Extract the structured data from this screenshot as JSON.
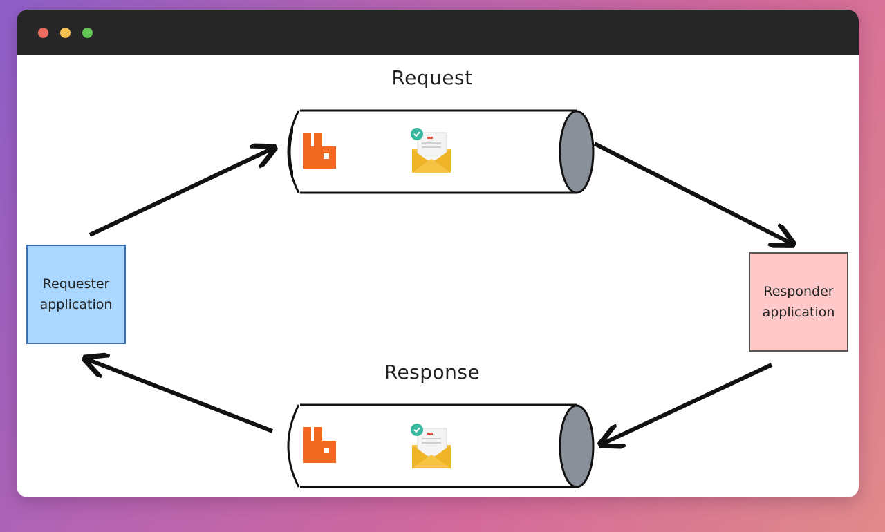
{
  "window": {
    "controls": [
      "close",
      "minimize",
      "maximize"
    ]
  },
  "diagram": {
    "request_label": "Request",
    "response_label": "Response",
    "requester": {
      "line1": "Requester",
      "line2": "application",
      "fill": "#a9d7ff"
    },
    "responder": {
      "line1": "Responder",
      "line2": "application",
      "fill": "#ffc9c9"
    },
    "queues": [
      {
        "name": "request-queue",
        "icons": [
          "rabbitmq-icon",
          "message-envelope-icon"
        ]
      },
      {
        "name": "response-queue",
        "icons": [
          "rabbitmq-icon",
          "message-envelope-icon"
        ]
      }
    ],
    "colors": {
      "rabbitmq": "#f26a21",
      "envelope": "#f6c343",
      "check": "#39b8a0"
    }
  }
}
